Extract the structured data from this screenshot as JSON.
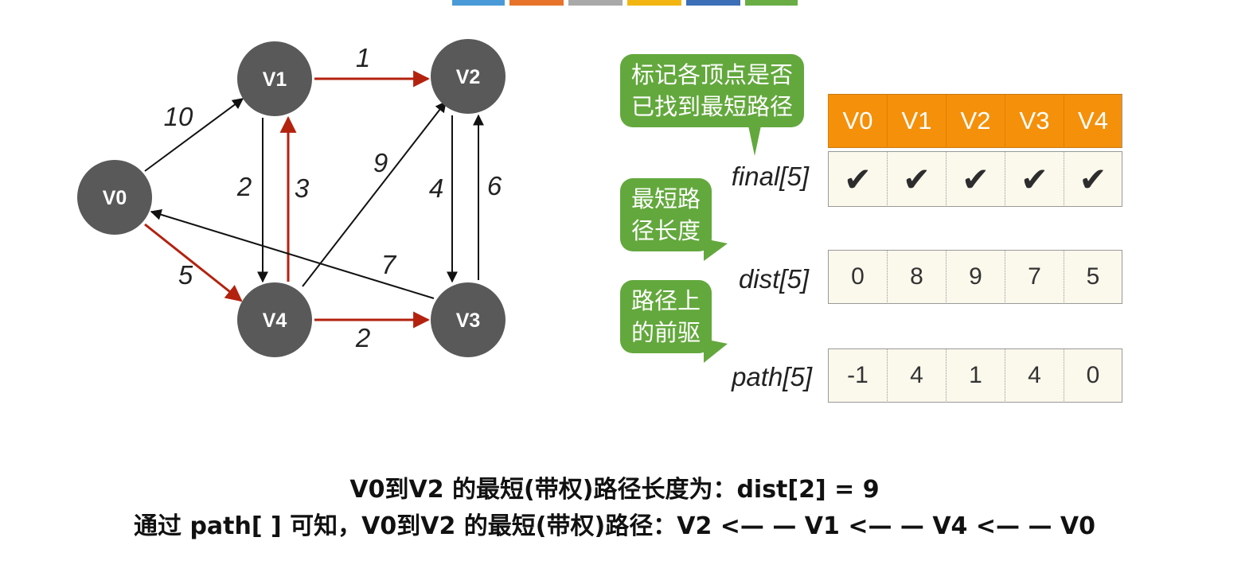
{
  "colors": {
    "node": "#595959",
    "edge_black": "#111111",
    "edge_red": "#b3220f",
    "callout": "#63a83d",
    "table_header": "#f5900a",
    "table_cell": "#fbf8ec",
    "top_strip": [
      "#4a9ad8",
      "#e8732b",
      "#a9a9a9",
      "#f3b512",
      "#3d6fb8",
      "#6aad45"
    ]
  },
  "graph": {
    "nodes": [
      "V0",
      "V1",
      "V2",
      "V3",
      "V4"
    ],
    "edges": [
      {
        "from": "V0",
        "to": "V1",
        "weight": "10",
        "highlight": false
      },
      {
        "from": "V1",
        "to": "V2",
        "weight": "1",
        "highlight": true
      },
      {
        "from": "V1",
        "to": "V4",
        "weight": "2",
        "highlight": false
      },
      {
        "from": "V4",
        "to": "V1",
        "weight": "3",
        "highlight": true
      },
      {
        "from": "V4",
        "to": "V2",
        "weight": "9",
        "highlight": false
      },
      {
        "from": "V2",
        "to": "V3",
        "weight": "4",
        "highlight": false
      },
      {
        "from": "V3",
        "to": "V2",
        "weight": "6",
        "highlight": false
      },
      {
        "from": "V3",
        "to": "V0",
        "weight": "7",
        "highlight": false
      },
      {
        "from": "V0",
        "to": "V4",
        "weight": "5",
        "highlight": true
      },
      {
        "from": "V4",
        "to": "V3",
        "weight": "2",
        "highlight": true
      }
    ]
  },
  "callouts": {
    "final": [
      "标记各顶点是否",
      "已找到最短路径"
    ],
    "dist": [
      "最短路",
      "径长度"
    ],
    "path": [
      "路径上",
      "的前驱"
    ]
  },
  "table": {
    "headers": [
      "V0",
      "V1",
      "V2",
      "V3",
      "V4"
    ],
    "final_label": "final[5]",
    "final": [
      "✔",
      "✔",
      "✔",
      "✔",
      "✔"
    ],
    "dist_label": "dist[5]",
    "dist": [
      "0",
      "8",
      "9",
      "7",
      "5"
    ],
    "path_label": "path[5]",
    "path": [
      "-1",
      "4",
      "1",
      "4",
      "0"
    ]
  },
  "conclusion": {
    "line1": "V0到V2 的最短(带权)路径长度为：dist[2] = 9",
    "line2": "通过 path[ ] 可知，V0到V2 的最短(带权)路径：V2 <— — V1 <— — V4 <— — V0"
  }
}
